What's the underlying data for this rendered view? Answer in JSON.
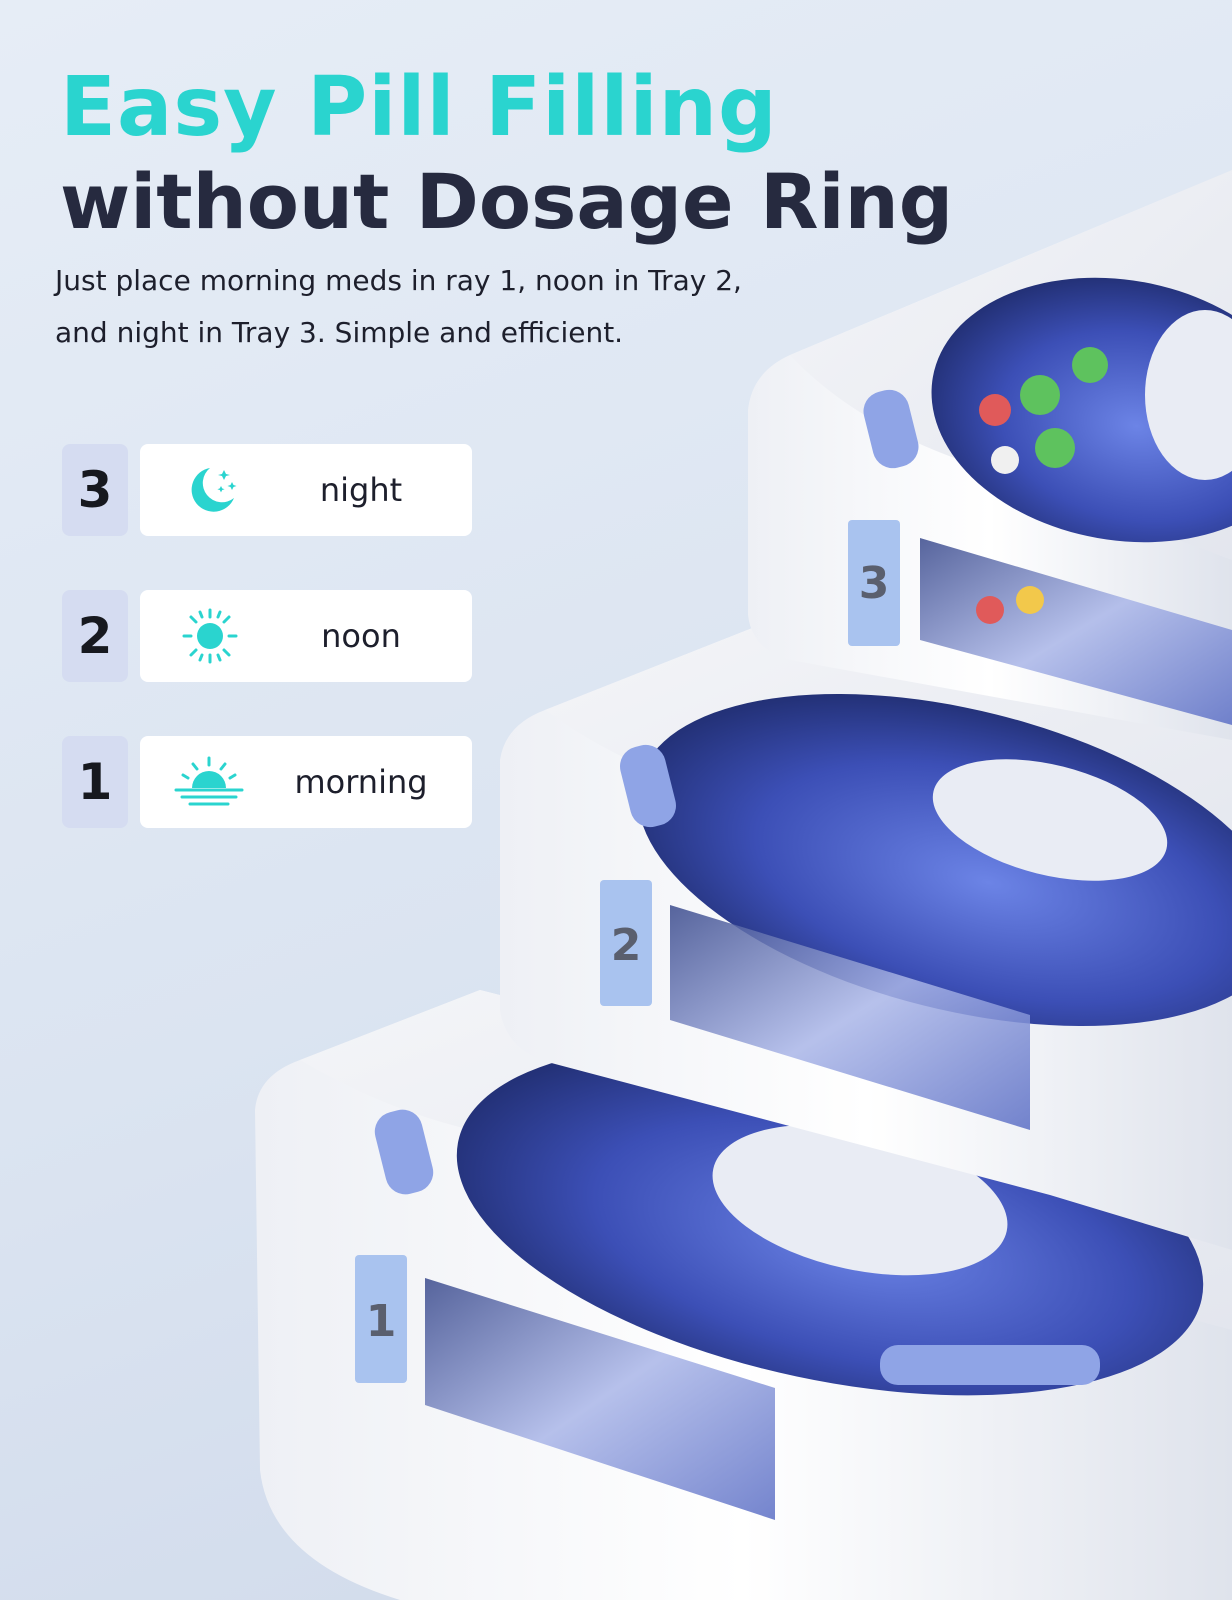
{
  "headline": {
    "line1": "Easy Pill Filling",
    "line2": "without Dosage Ring"
  },
  "subtitle": {
    "line1": "Just place morning meds in ray 1, noon in Tray 2,",
    "line2": "and night in Tray 3. Simple and efficient."
  },
  "colors": {
    "accent": "#2ad4cf",
    "headline_dark": "#262a3f",
    "badge_bg": "#d5dcf1",
    "tray_label": "#a9c3ef"
  },
  "legend": [
    {
      "number": "3",
      "icon": "moon-stars-icon",
      "label": "night"
    },
    {
      "number": "2",
      "icon": "sun-icon",
      "label": "noon"
    },
    {
      "number": "1",
      "icon": "sunrise-icon",
      "label": "morning"
    }
  ],
  "product": {
    "tray_labels": [
      "3",
      "2",
      "1"
    ]
  }
}
